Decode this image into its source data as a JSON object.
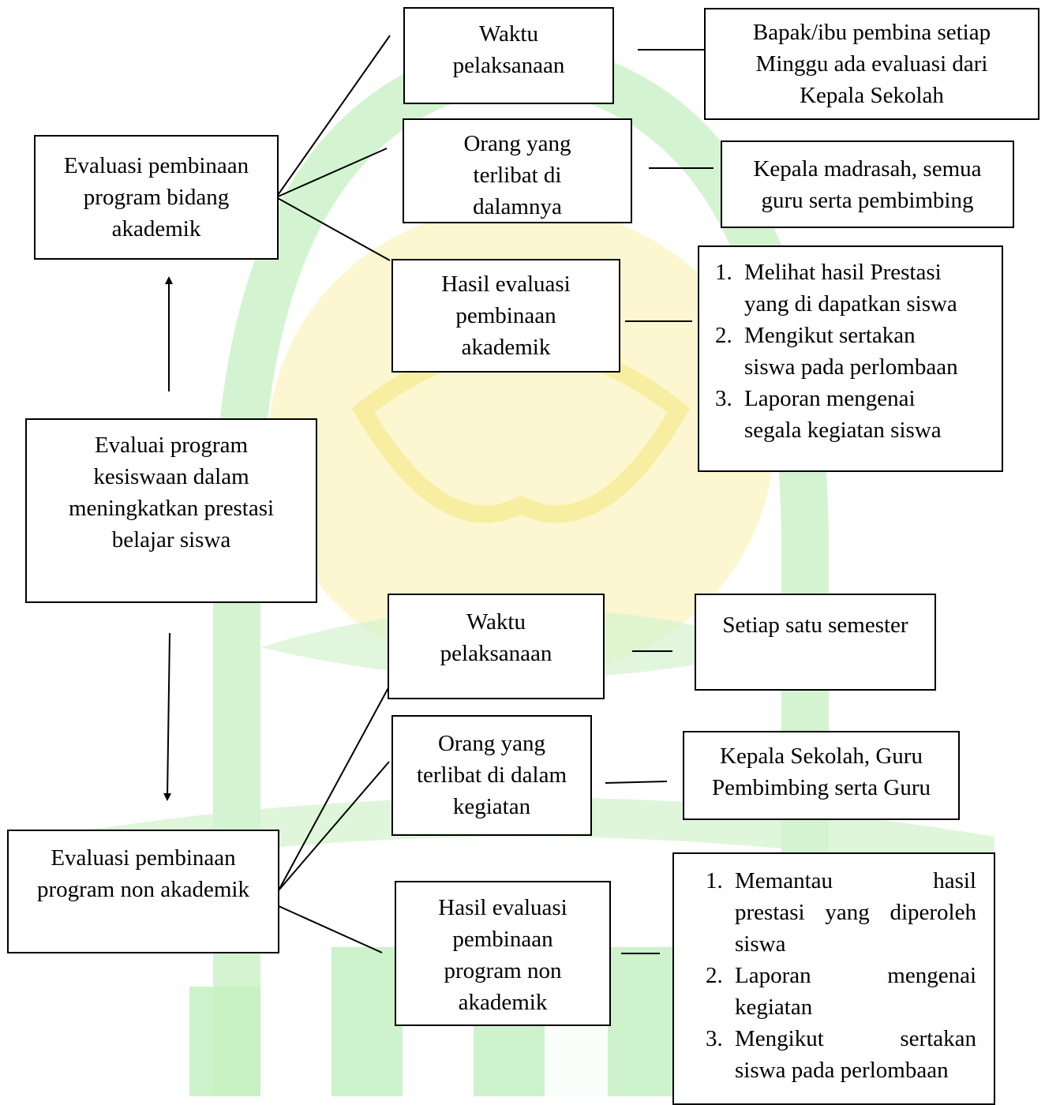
{
  "diagram": {
    "root": {
      "lines": [
        "Evaluai program",
        "kesiswaan dalam",
        "meningkatkan prestasi",
        "belajar siswa"
      ]
    },
    "akademik": {
      "title_lines": [
        "Evaluasi pembinaan",
        "program bidang",
        "akademik"
      ],
      "waktu": {
        "label_lines": [
          "Waktu",
          "pelaksanaan"
        ],
        "detail_lines": [
          "Bapak/ibu pembina setiap",
          "Minggu ada evaluasi dari",
          "Kepala Sekolah"
        ]
      },
      "orang": {
        "label_lines": [
          "Orang yang",
          "terlibat di",
          "dalamnya"
        ],
        "detail_lines": [
          "Kepala madrasah, semua",
          "guru serta pembimbing"
        ]
      },
      "hasil": {
        "label_lines": [
          "Hasil evaluasi",
          "pembinaan",
          "akademik"
        ],
        "items": [
          {
            "num": "1.",
            "lines": [
              "Melihat hasil Prestasi",
              "yang di dapatkan siswa"
            ]
          },
          {
            "num": "2.",
            "lines": [
              "Mengikut sertakan",
              "siswa pada perlombaan"
            ]
          },
          {
            "num": "3.",
            "lines": [
              "Laporan mengenai",
              "segala kegiatan siswa"
            ]
          }
        ]
      }
    },
    "non_akademik": {
      "title_lines": [
        "Evaluasi pembinaan",
        "program non akademik"
      ],
      "waktu": {
        "label_lines": [
          "Waktu",
          "pelaksanaan"
        ],
        "detail": "Setiap satu semester"
      },
      "orang": {
        "label_lines": [
          "Orang yang",
          "terlibat di dalam",
          "kegiatan"
        ],
        "detail_lines": [
          "Kepala Sekolah, Guru",
          "Pembimbing serta Guru"
        ]
      },
      "hasil": {
        "label_lines": [
          "Hasil evaluasi",
          "pembinaan",
          "program non",
          "akademik"
        ],
        "items": [
          {
            "num": "1.",
            "lines": [
              "Memantau hasil",
              "prestasi yang diperoleh",
              "siswa"
            ]
          },
          {
            "num": "2.",
            "lines": [
              "Laporan mengenai",
              "kegiatan"
            ]
          },
          {
            "num": "3.",
            "lines": [
              "Mengikut sertakan",
              "siswa pada perlombaan"
            ]
          }
        ]
      }
    }
  },
  "colors": {
    "watermark_green": "#c6f0c2",
    "watermark_yellow": "#fbf6c8",
    "watermark_yellow_deep": "#f6ec9c",
    "stroke": "#000000"
  }
}
